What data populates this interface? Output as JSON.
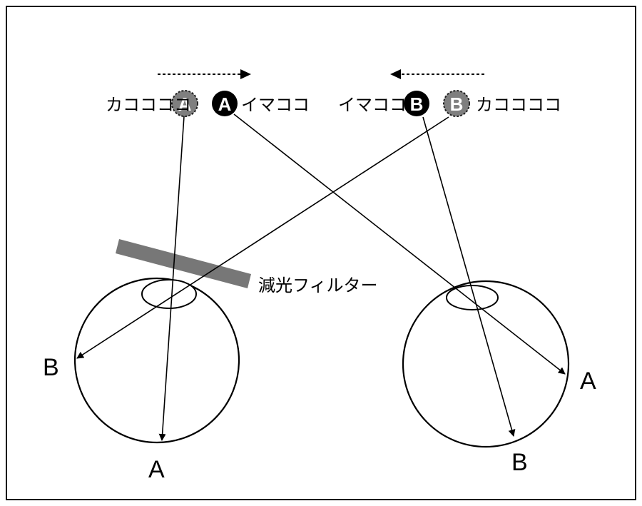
{
  "object_labels": {
    "past": "カココココ",
    "now": "イマココ"
  },
  "points": {
    "a": "A",
    "b": "B"
  },
  "filter_label": "減光フィルター",
  "colors": {
    "filter": "#777777",
    "past_marker": "#7f7f7f",
    "now_marker": "#000000",
    "lines": "#000000"
  }
}
